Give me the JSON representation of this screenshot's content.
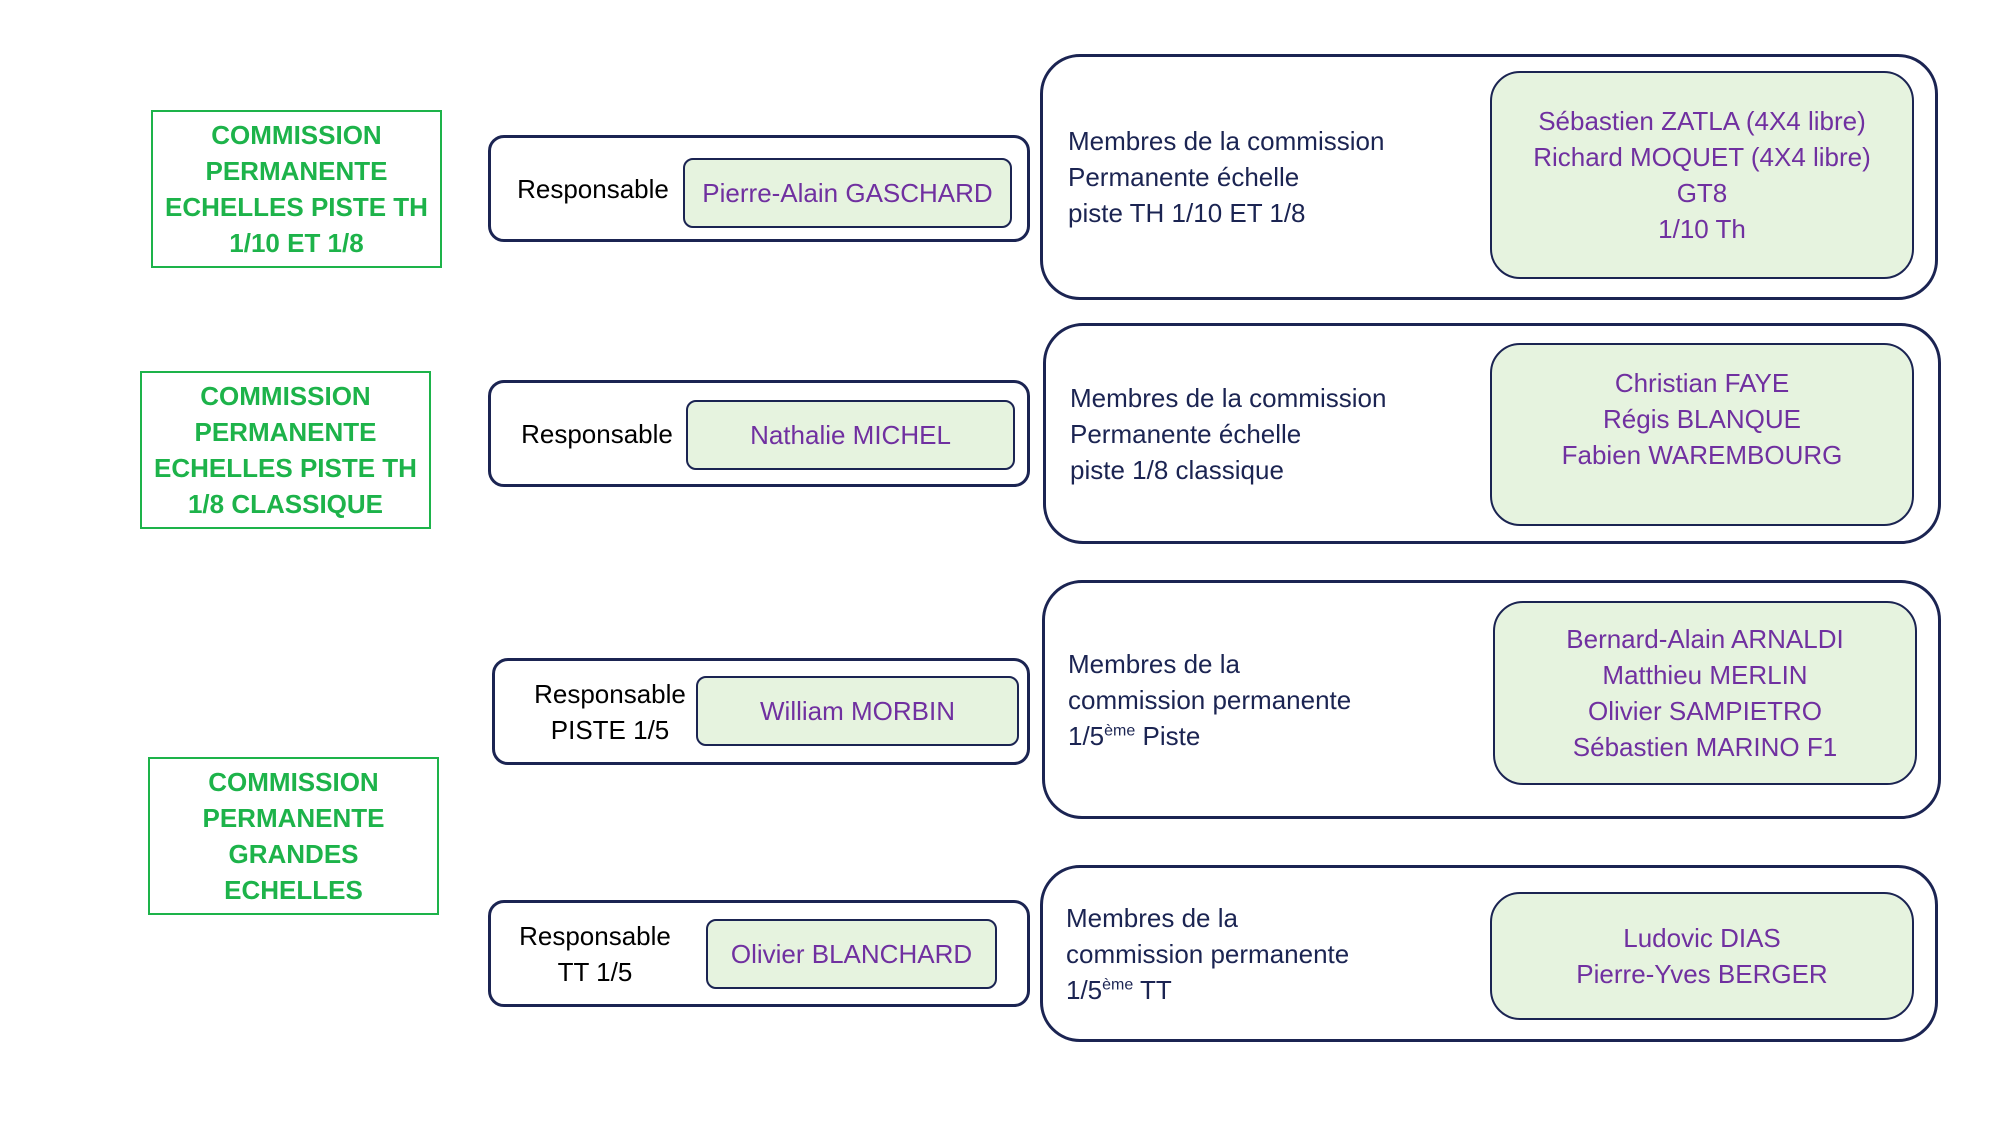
{
  "commissions": [
    {
      "lines": [
        "COMMISSION",
        "PERMANENTE",
        "ECHELLES PISTE TH",
        "1/10 ET 1/8"
      ]
    },
    {
      "lines": [
        "COMMISSION",
        "PERMANENTE",
        "ECHELLES PISTE TH",
        "1/8 CLASSIQUE"
      ]
    },
    {
      "lines": [
        "COMMISSION",
        "PERMANENTE",
        "GRANDES",
        "ECHELLES"
      ]
    }
  ],
  "responsables": [
    {
      "label_lines": [
        "Responsable"
      ],
      "name": "Pierre-Alain GASCHARD"
    },
    {
      "label_lines": [
        "Responsable"
      ],
      "name": "Nathalie MICHEL"
    },
    {
      "label_lines": [
        "Responsable",
        "PISTE 1/5"
      ],
      "name": "William MORBIN"
    },
    {
      "label_lines": [
        "Responsable",
        "TT 1/5"
      ],
      "name": "Olivier BLANCHARD"
    }
  ],
  "member_groups": [
    {
      "label_lines": [
        "Membres de la commission",
        "Permanente échelle",
        "piste TH 1/10 ET 1/8"
      ],
      "names": [
        "Sébastien ZATLA (4X4 libre)",
        "Richard MOQUET (4X4 libre)",
        "GT8",
        "1/10 Th"
      ]
    },
    {
      "label_lines": [
        "Membres de la commission",
        "Permanente échelle",
        "piste 1/8 classique"
      ],
      "names": [
        "Christian FAYE",
        "Régis BLANQUE",
        "Fabien WAREMBOURG"
      ]
    },
    {
      "label_lines": [
        "Membres de la",
        "commission permanente"
      ],
      "label_last": {
        "prefix": "1/5",
        "sup": "ème",
        "suffix": " Piste"
      },
      "names": [
        "Bernard-Alain ARNALDI",
        "Matthieu MERLIN",
        "Olivier SAMPIETRO",
        "Sébastien MARINO F1"
      ]
    },
    {
      "label_lines": [
        "Membres de la",
        "commission permanente"
      ],
      "label_last": {
        "prefix": "1/5",
        "sup": "ème",
        "suffix": " TT"
      },
      "names": [
        "Ludovic DIAS",
        "Pierre-Yves BERGER"
      ]
    }
  ]
}
